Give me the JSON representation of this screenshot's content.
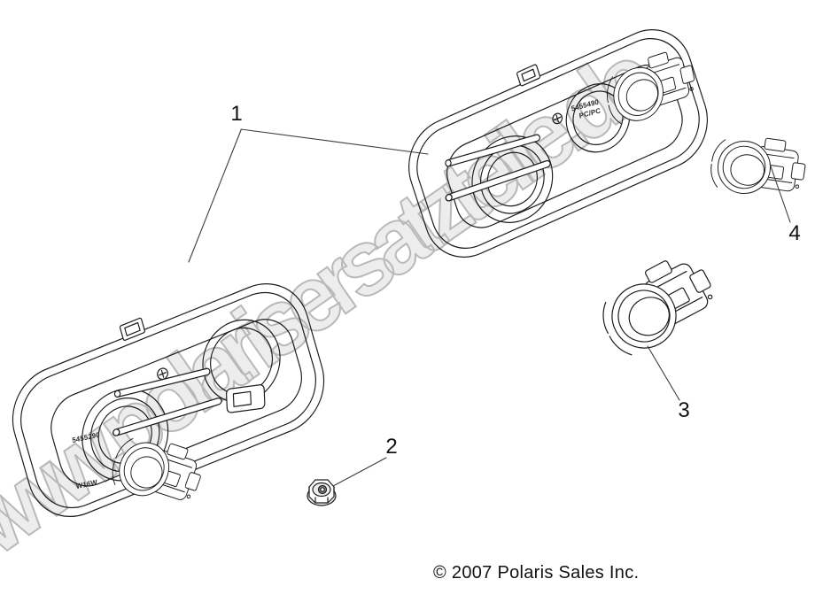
{
  "watermark": {
    "text": "www.polarisersatzteile.de",
    "fill_color": "#ededed",
    "outline_color": "#b9b9b9"
  },
  "footer": {
    "copyright": "© 2007 Polaris Sales Inc."
  },
  "callouts": [
    {
      "label": "1"
    },
    {
      "label": "2"
    },
    {
      "label": "3"
    },
    {
      "label": "4"
    }
  ],
  "part_markings": {
    "upper_part_number": "5455490",
    "upper_material": "PC/PC",
    "lower_part_number": "5455290",
    "lower_bulb_type": "W16W"
  },
  "colors": {
    "line": "#1c1c1c",
    "background": "#ffffff"
  }
}
